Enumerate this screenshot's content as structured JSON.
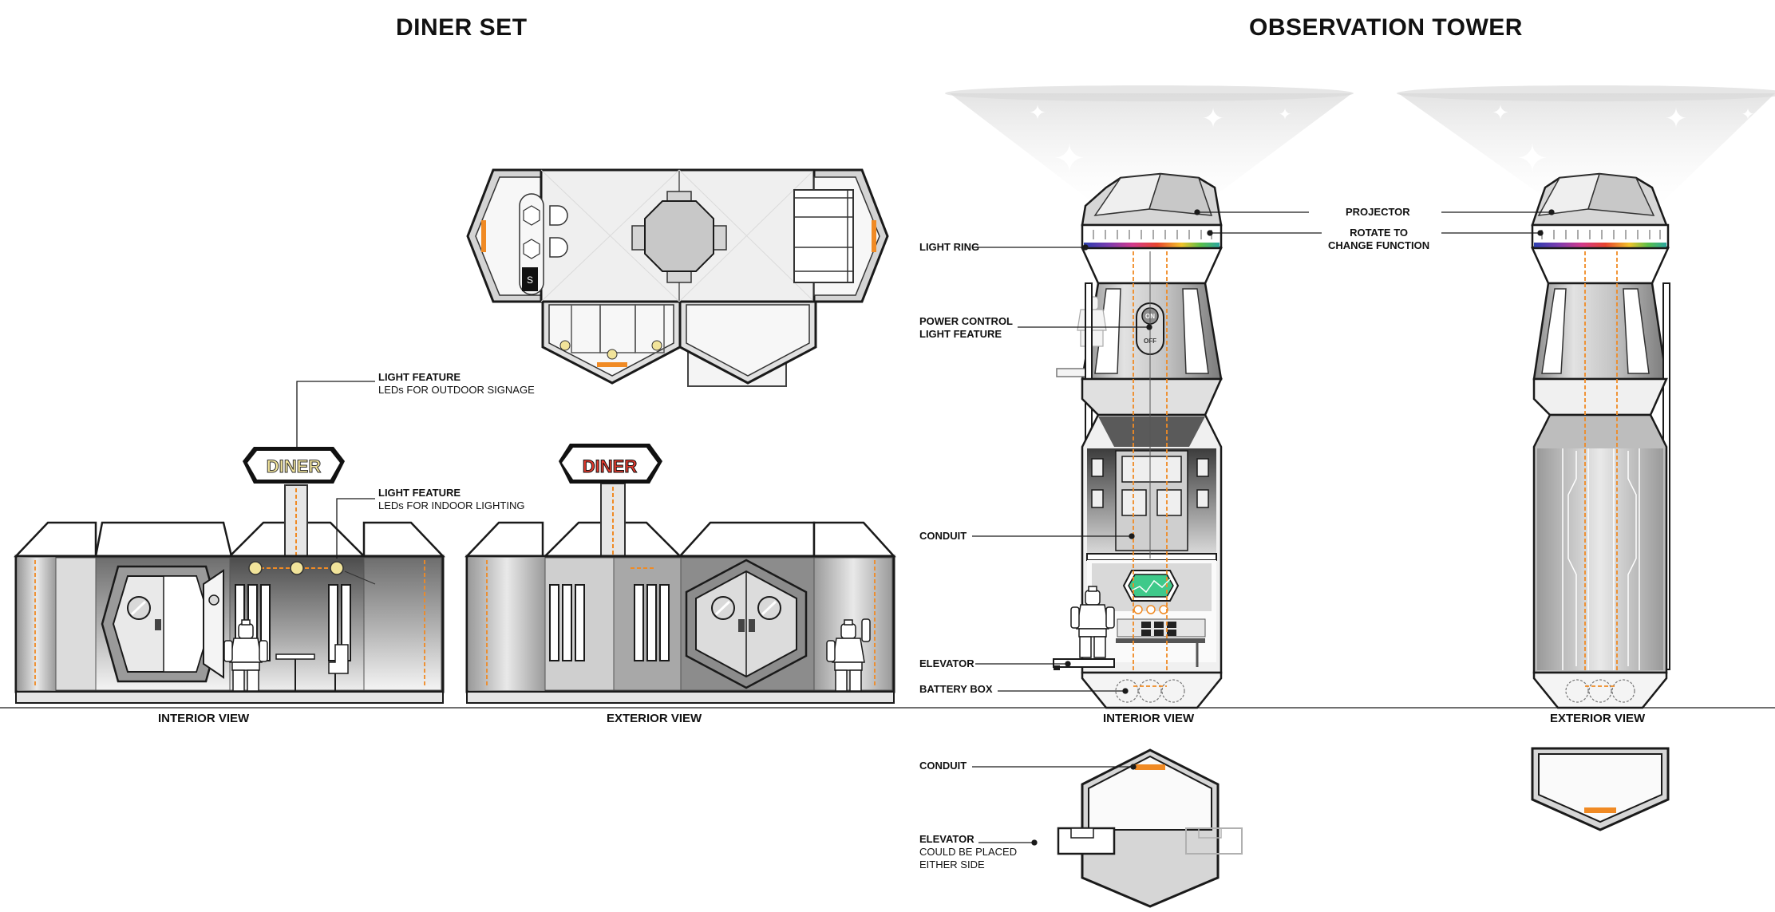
{
  "titles": {
    "diner": "DINER SET",
    "tower": "OBSERVATION TOWER"
  },
  "diner": {
    "sign_text": "DINER",
    "light_feature_outdoor": {
      "title": "LIGHT FEATURE",
      "subtitle": "LEDs FOR OUTDOOR SIGNAGE"
    },
    "light_feature_indoor": {
      "title": "LIGHT FEATURE",
      "subtitle": "LEDs FOR INDOOR LIGHTING"
    },
    "top_view_marker": "S",
    "interior_caption": "INTERIOR VIEW",
    "exterior_caption": "EXTERIOR VIEW"
  },
  "tower": {
    "light_ring": "LIGHT RING",
    "projector": "PROJECTOR",
    "rotate_line1": "ROTATE TO",
    "rotate_line2": "CHANGE FUNCTION",
    "power_line1": "POWER CONTROL",
    "power_line2": "LIGHT FEATURE",
    "switch_on": "ON",
    "switch_off": "OFF",
    "conduit": "CONDUIT",
    "elevator": "ELEVATOR",
    "battery_box": "BATTERY BOX",
    "interior_caption": "INTERIOR VIEW",
    "exterior_caption": "EXTERIOR VIEW",
    "plan_conduit": "CONDUIT",
    "plan_elevator_title": "ELEVATOR",
    "plan_elevator_line1": "COULD BE PLACED",
    "plan_elevator_line2": "EITHER SIDE"
  },
  "colors": {
    "accent_orange": "#f08a24",
    "sign_red": "#e53a2e",
    "sign_yellow": "#f2e49a",
    "screen_green": "#3fc98a",
    "outline": "#1a1a1a",
    "panel_gray": "#8c8c8c"
  }
}
